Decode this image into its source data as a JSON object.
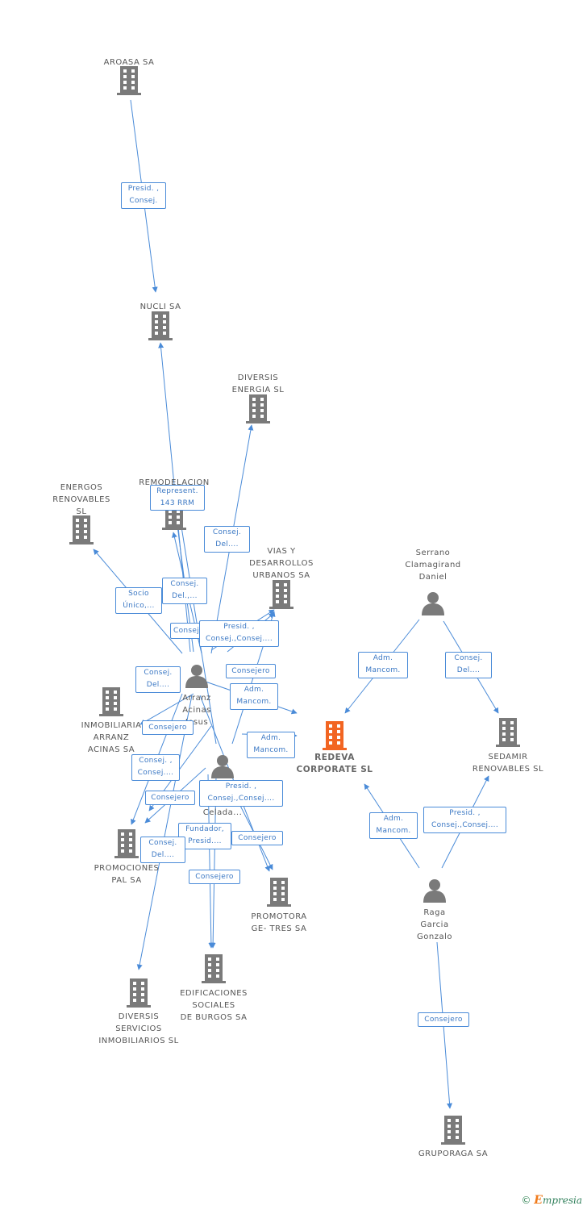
{
  "colors": {
    "edge": "#4a8bd8",
    "node": "#7a7a7a",
    "main_node": "#f26522"
  },
  "footer": {
    "copyright": "©",
    "brand_initial": "E",
    "brand_rest": "mpresia"
  },
  "nodes": [
    {
      "id": "aroasa",
      "type": "company",
      "label": "AROASA SA"
    },
    {
      "id": "nucli",
      "type": "company",
      "label": "NUCLI SA"
    },
    {
      "id": "diversis_energia",
      "type": "company",
      "label": "DIVERSIS\nENERGIA SL"
    },
    {
      "id": "energos",
      "type": "company",
      "label": "ENERGOS\nRENOVABLES\nSL"
    },
    {
      "id": "remodelacion",
      "type": "company",
      "label": "REMODELACION\nE..."
    },
    {
      "id": "vias",
      "type": "company",
      "label": "VIAS Y\nDESARROLLOS\nURBANOS SA"
    },
    {
      "id": "inmobiliaria",
      "type": "company",
      "label": "INMOBILIARIA\nARRANZ\nACINAS SA"
    },
    {
      "id": "redeva",
      "type": "main",
      "label": "REDEVA\nCORPORATE SL"
    },
    {
      "id": "sedamir",
      "type": "company",
      "label": "SEDAMIR\nRENOVABLES SL"
    },
    {
      "id": "promociones",
      "type": "company",
      "label": "PROMOCIONES\nPAL SA"
    },
    {
      "id": "promotora",
      "type": "company",
      "label": "PROMOTORA\nGE- TRES SA"
    },
    {
      "id": "edificaciones",
      "type": "company",
      "label": "EDIFICACIONES\nSOCIALES\nDE BURGOS SA"
    },
    {
      "id": "diversis_servicios",
      "type": "company",
      "label": "DIVERSIS\nSERVICIOS\nINMOBILIARIOS SL"
    },
    {
      "id": "gruporaga",
      "type": "company",
      "label": "GRUPORAGA SA"
    },
    {
      "id": "arranz",
      "type": "person",
      "label": "Arranz\nAcinas\nJesus"
    },
    {
      "id": "celada",
      "type": "person",
      "label": "Celada..."
    },
    {
      "id": "serrano",
      "type": "person",
      "label": "Serrano\nClamagirand\nDaniel"
    },
    {
      "id": "raga",
      "type": "person",
      "label": "Raga\nGarcia\nGonzalo"
    }
  ],
  "edge_labels": [
    "Presid. ,\nConsej.",
    "Represent.\n143 RRM",
    "Consej.\nDel....",
    "Socio\nÚnico,...",
    "Consej.\nDel.,...",
    "Consej....",
    "Presid. ,\nConsej.,Consej....",
    "Consejero",
    "Consej.\nDel....",
    "Adm.\nMancom.",
    "Consejero",
    "Adm.\nMancom.",
    "Consej. ,\nConsej....",
    "Presid. ,\nConsej.,Consej....",
    "Consejero",
    "Fundador,\nPresid....",
    "Consejero",
    "Consej.\nDel....",
    "Consejero",
    "Adm.\nMancom.",
    "Consej.\nDel....",
    "Adm.\nMancom.",
    "Presid. ,\nConsej.,Consej....",
    "Consejero"
  ]
}
